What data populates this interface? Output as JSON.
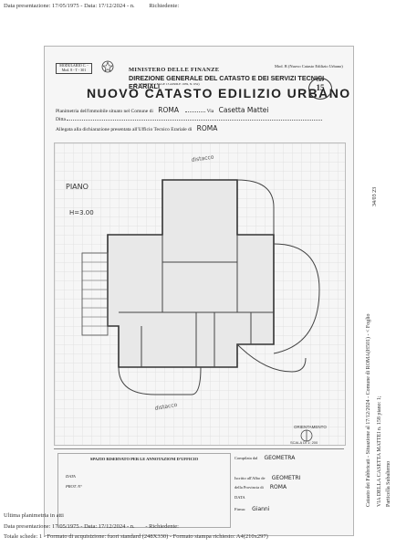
{
  "header_line": {
    "pres": "Data presentazione: 17/05/1975 - Data: 17/12/2024 - n.",
    "req": "Richiedente:"
  },
  "doc": {
    "model_box": "MODULARIO\nC. - Mod. 8 - T - 301",
    "ministry": "MINISTERO DELLE FINANZE",
    "direction": "DIREZIONE GENERALE DEL CATASTO E DEI SERVIZI TECNICI ERARIALI",
    "direction_sub": "(R. DECRETO-LEGGE 13 APRILE 1939, N. 652)",
    "mod_ref": "Mod. B (Nuovo Catasto Edilizio Urbano)",
    "title": "NUOVO CATASTO EDILIZIO URBANO",
    "lire_label": "Lire",
    "lire_value": "15",
    "planimetria_label": "Planimetria dell'immobile situato nel Comune di",
    "comune": "ROMA",
    "via_label": "Via",
    "via": "Casetta Mattei",
    "ditta_label": "Ditta",
    "allegata_label": "Allegata alla dichiarazione presentata all'Ufficio Tecnico Erariale di",
    "ufficio": "ROMA"
  },
  "plan": {
    "piano": "PIANO",
    "altezza": "H=3.00",
    "scale_title": "ORIENTAMENTO",
    "scale_value": "SCALA DI 1: 200",
    "distacco_top": "distacco",
    "distacco_bottom": "distacco"
  },
  "reserved": {
    "title": "SPAZIO RISERVATO PER LE ANNOTAZIONI D'UFFICIO",
    "data_label": "DATA",
    "prot_label": "PROT. N°"
  },
  "compiler": {
    "compilata_label": "Compilata dal",
    "compilata_value": "GEOMETRA",
    "iscritto_label": "Iscritto all'Albo de",
    "iscritto_value": "GEOMETRI",
    "provincia_label": "della Provincia di",
    "provincia_value": "ROMA",
    "data_label": "DATA",
    "firma_label": "Firma:",
    "firma_value": "Gianni"
  },
  "side": {
    "line1": "Catasto dei Fabbricati - Situazione al 17/12/2024 - Comune di ROMA(H501) - < Foglio",
    "line2": "VIA DELLA CASETTA MATTEI n. 158 piano: 1;",
    "labels": "Particella   Subalterno",
    "code": "34/03 23"
  },
  "bottom": {
    "line1": "Ultima planimetria in atti",
    "line2a": "Data presentazione: 17/05/1975 - Data: 17/12/2024 - n.",
    "line2b": "- Richiedente:",
    "line3": "Totale schede: 1 - Formato di acquisizione: fuori standard (248X330) - Formato stampa richiesto: A4(210x297)"
  }
}
